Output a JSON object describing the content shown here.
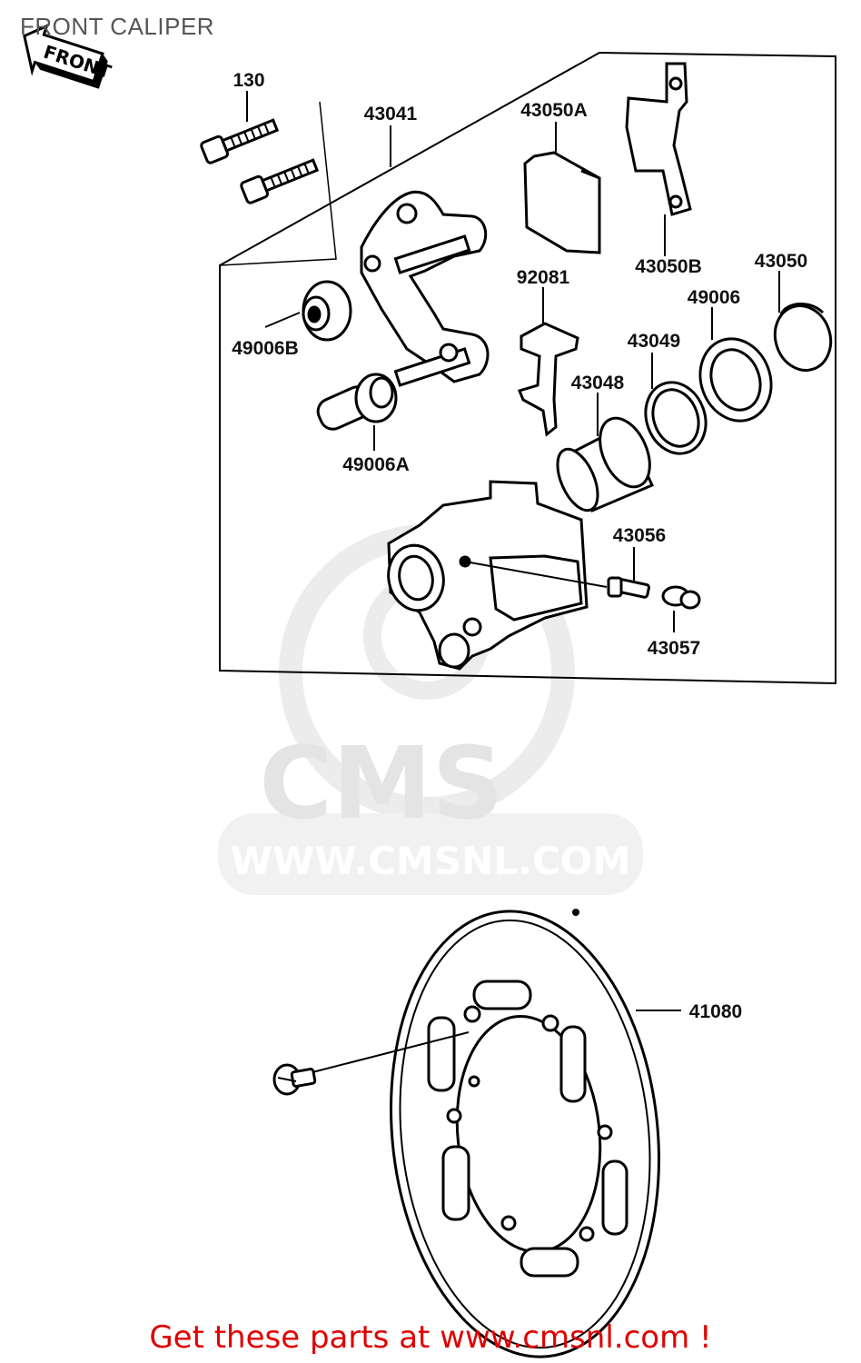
{
  "header": {
    "title": "FRONT CALIPER"
  },
  "front_arrow": {
    "label": "FRONT"
  },
  "watermark": {
    "brand": "CMS",
    "url": "WWW.CMSNL.COM"
  },
  "parts": {
    "p130": "130",
    "p43041": "43041",
    "p43050A": "43050A",
    "p43050B": "43050B",
    "p43050": "43050",
    "p92081": "92081",
    "p49006": "49006",
    "p43049": "43049",
    "p43048": "43048",
    "p49006B": "49006B",
    "p49006A": "49006A",
    "p43056": "43056",
    "p43057": "43057",
    "p41080": "41080"
  },
  "footer": {
    "link_text": "Get these parts at www.cmsnl.com !"
  },
  "colors": {
    "footer_text": "#e00000",
    "line_art": "#000000",
    "watermark": "#e4e4e4"
  }
}
